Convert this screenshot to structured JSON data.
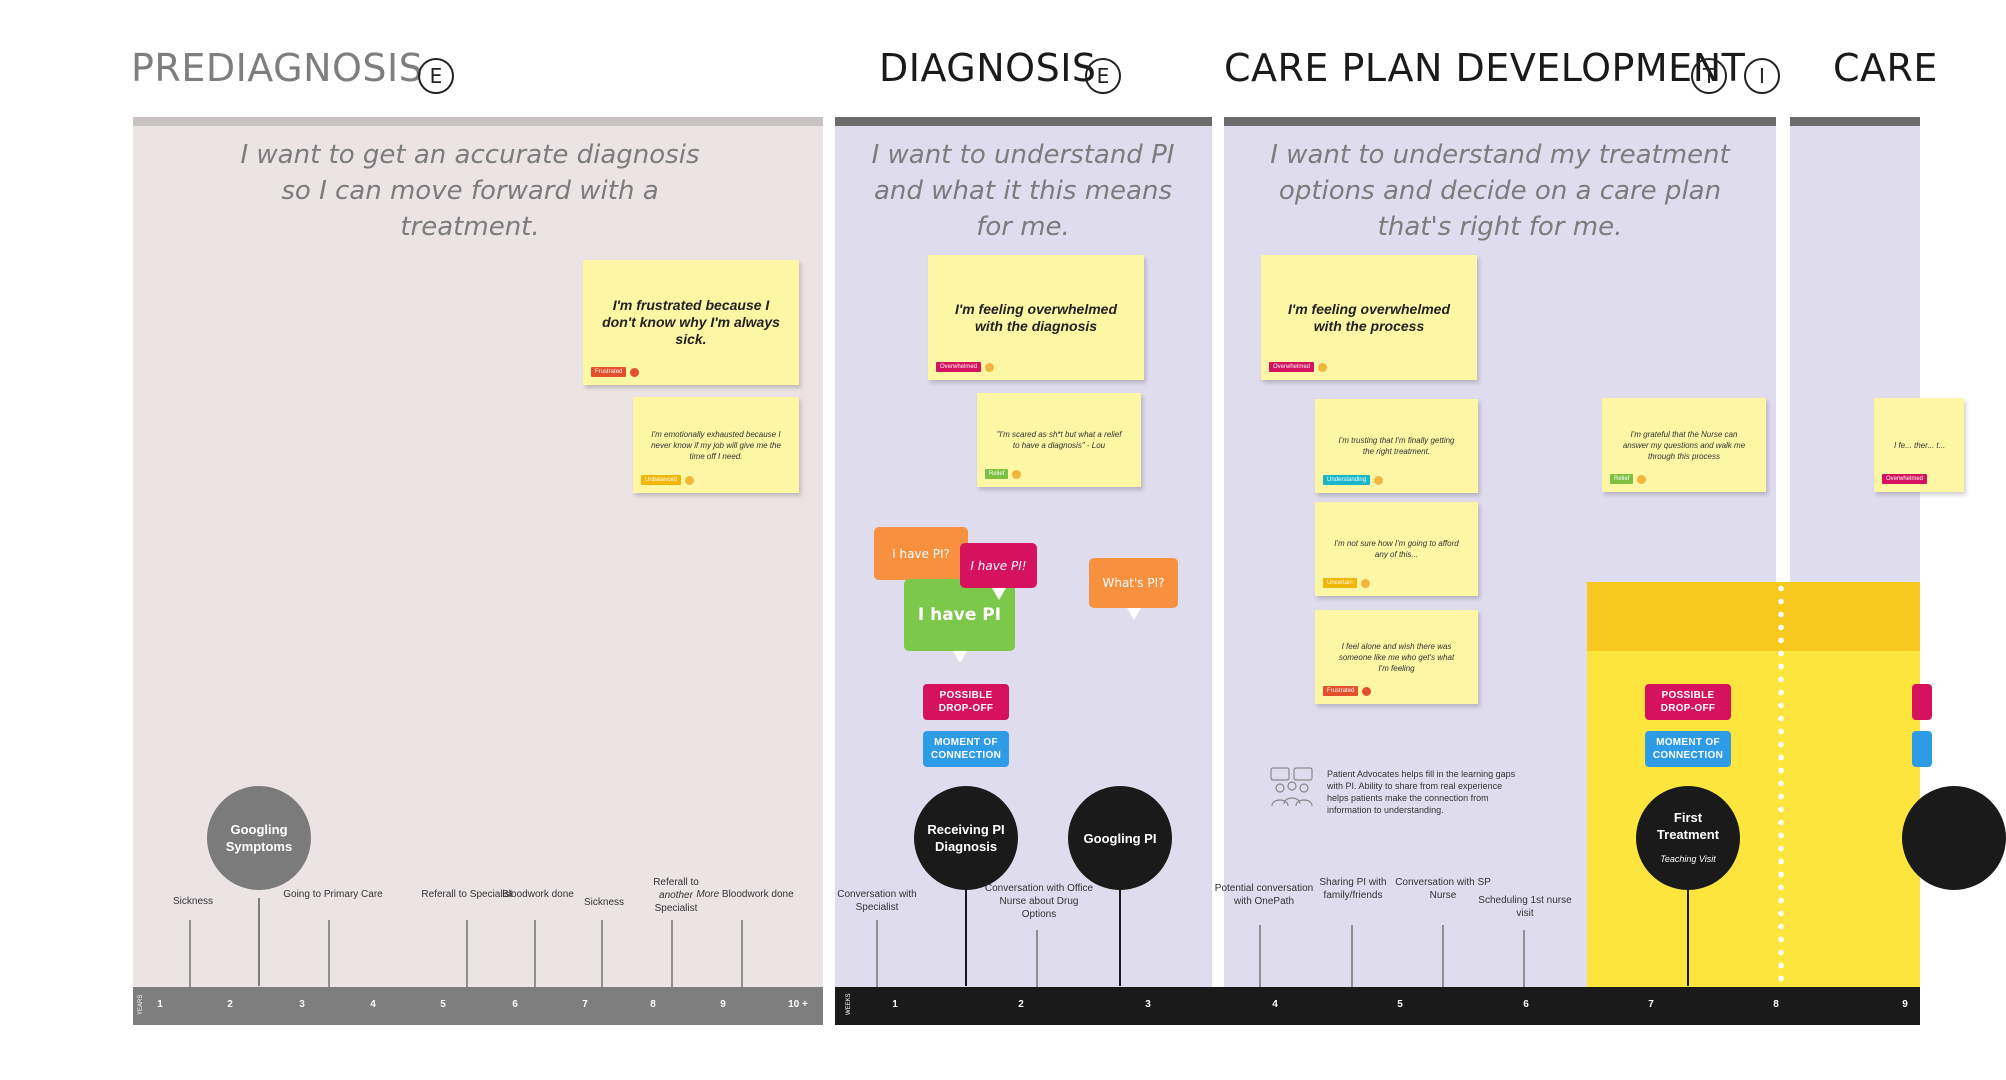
{
  "phases": {
    "prediagnosis": {
      "title": "PREDIAGNOSIS",
      "badges": [
        "E"
      ],
      "quote": "I want to get an accurate diagnosis so I can move forward with a treatment."
    },
    "diagnosis": {
      "title": "DIAGNOSIS",
      "badges": [
        "E"
      ],
      "quote": "I want to understand PI and what it this means for me."
    },
    "care_plan": {
      "title": "CARE PLAN DEVELOPMENT",
      "badges": [
        "T",
        "I"
      ],
      "quote": "I want to understand my treatment options and decide on a care plan that's right for me."
    },
    "next": {
      "title": "CARE"
    }
  },
  "stickies": {
    "s1": {
      "text": "I'm frustrated because I don't know why I'm always sick.",
      "tag": "Frustrated",
      "tag_color": "#e4502b"
    },
    "s2": {
      "text": "I'm emotionally exhausted because I never know if my job will give me the time off I need.",
      "tag": "Unbalanced",
      "tag_color": "#f2b705"
    },
    "s3": {
      "text": "I'm feeling overwhelmed with the diagnosis",
      "tag": "Overwhelmed",
      "tag_color": "#d6115e"
    },
    "s4": {
      "text": "\"I'm scared as sh*t but what a relief to have a diagnosis\" - Lou",
      "tag": "Relief",
      "tag_color": "#7bc043"
    },
    "s5": {
      "text": "I'm feeling overwhelmed with the process",
      "tag": "Overwhelmed",
      "tag_color": "#d6115e"
    },
    "s6": {
      "text": "I'm trusting that I'm finally getting the right treatment.",
      "tag": "Understanding",
      "tag_color": "#19b6c9"
    },
    "s7": {
      "text": "I'm not sure how I'm going to afford any of this...",
      "tag": "Uncertain",
      "tag_color": "#f2b705"
    },
    "s8": {
      "text": "I feel alone and wish there was someone like me who get's what I'm feeling",
      "tag": "Frustrated",
      "tag_color": "#e4502b"
    },
    "s9": {
      "text": "I'm grateful that the Nurse can answer my questions and walk me through this process",
      "tag": "Relief",
      "tag_color": "#7bc043"
    },
    "s10": {
      "text": "I fe... ther... t...",
      "tag": "Overwhelmed",
      "tag_color": "#d6115e"
    }
  },
  "bubbles": {
    "b1": "I have PI?",
    "b2": "I have PI!",
    "b3": "I have PI",
    "b4": "What's PI?"
  },
  "pills": {
    "dropoff": "POSSIBLE DROP-OFF",
    "connection": "MOMENT OF CONNECTION"
  },
  "nodes": {
    "googling_symptoms": "Googling Symptoms",
    "receiving_dx": "Receiving PI Diagnosis",
    "googling_pi": "Googling PI",
    "first_treatment": "First Treatment",
    "first_treatment_sub": "Teaching Visit"
  },
  "advocate_note": "Patient Advocates helps fill in the learning gaps with PI. Ability to share from real experience helps patients make the connection from information to understanding.",
  "events": {
    "e1": "Sickness",
    "e2": "Going to Primary Care",
    "e3": "Referall to Specialist",
    "e4": "Bloodwork done",
    "e5": "Sickness",
    "e6a": "Referall to",
    "e6b": "another",
    "e6c": "Specialist",
    "e7a": "More",
    "e7b": " Bloodwork done",
    "e8": "Conversation with Specialist",
    "e9": "Conversation with Office Nurse about Drug Options",
    "e10": "Potential conversation with OnePath",
    "e11": "Sharing PI with family/friends",
    "e12": "Conversation with SP Nurse",
    "e13": "Scheduling 1st nurse visit"
  },
  "axis": {
    "years_label": "YEARS",
    "years": [
      "1",
      "2",
      "3",
      "4",
      "5",
      "6",
      "7",
      "8",
      "9",
      "10 +"
    ],
    "weeks_label": "WEEKS",
    "weeks": [
      "1",
      "2",
      "3",
      "4",
      "5",
      "6",
      "7",
      "8",
      "9"
    ]
  },
  "colors": {
    "prediag_panel": "#ebe3e4",
    "diag_panel": "#dfdced",
    "highlight_yellow": "#fde53e",
    "highlight_top": "#f8c81f",
    "dropoff": "#d6115e",
    "connection": "#2e9be6",
    "bubble_orange": "#f7913f",
    "bubble_pink": "#d6115e",
    "bubble_green": "#7cc84a"
  }
}
